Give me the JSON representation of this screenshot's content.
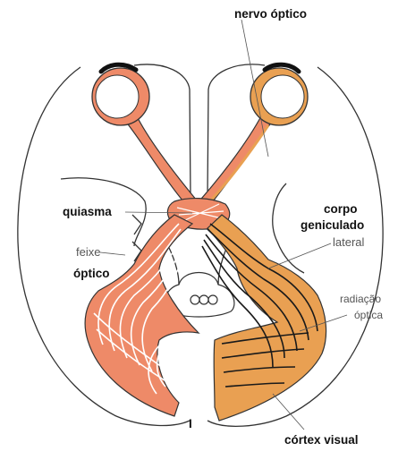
{
  "diagram": {
    "labels": {
      "nervo_optico": "nervo óptico",
      "quiasma": "quiasma",
      "feixe": "feixe",
      "optico": "óptico",
      "corpo": "corpo",
      "geniculado": "geniculado",
      "lateral": "lateral",
      "radiacao": "radiação",
      "optica": "óptica",
      "cortex_visual": "córtex visual",
      "i_mark": "I"
    },
    "colors": {
      "salmon": "#EE8A68",
      "orange": "#E9A052",
      "dark": "#1a1a1a",
      "outline": "#333333"
    }
  }
}
